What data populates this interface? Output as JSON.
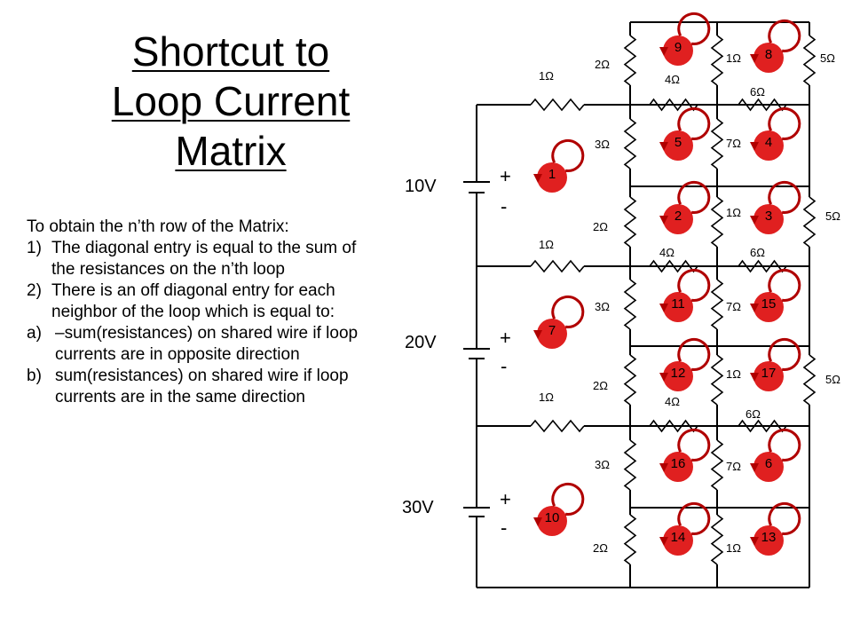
{
  "title": {
    "line1": "Shortcut to",
    "line2": "Loop Current",
    "line3": "Matrix"
  },
  "description": {
    "intro": "To obtain the n’th row of the Matrix:",
    "items": [
      {
        "num": "1)",
        "text": "The diagonal entry is equal to the sum of the resistances on the n’th loop"
      },
      {
        "num": "2)",
        "text": "There is an off diagonal entry for each neighbor of the loop which is equal to:"
      }
    ],
    "subitems": [
      {
        "num": "a)",
        "text": "–sum(resistances) on shared wire if loop currents are in opposite direction"
      },
      {
        "num": "b)",
        "text": "sum(resistances) on shared wire if loop currents are in the same direction"
      }
    ]
  },
  "sources": [
    {
      "label": "10V",
      "plus": "+",
      "minus": "-"
    },
    {
      "label": "20V",
      "plus": "+",
      "minus": "-"
    },
    {
      "label": "30V",
      "plus": "+",
      "minus": "-"
    }
  ],
  "resistors": {
    "left_1a": "1Ω",
    "left_1b": "1Ω",
    "left_1c": "1Ω",
    "c1_top": "2Ω",
    "c1_r2": "3Ω",
    "c1_r3": "2Ω",
    "c1_r4": "3Ω",
    "c1_r5": "2Ω",
    "c1_r6": "3Ω",
    "c1_r7": "2Ω",
    "m_h1": "4Ω",
    "m_h2": "4Ω",
    "m_h3": "4Ω",
    "c2_top": "1Ω",
    "c2_r2": "7Ω",
    "c2_r3": "1Ω",
    "c2_r4": "7Ω",
    "c2_r5": "1Ω",
    "c2_r6": "7Ω",
    "c2_r7": "1Ω",
    "r_h1": "6Ω",
    "r_h2": "6Ω",
    "r_h3": "6Ω",
    "c3_1": "5Ω",
    "c3_2": "5Ω",
    "c3_3": "5Ω"
  },
  "loops": [
    "1",
    "7",
    "10",
    "9",
    "5",
    "2",
    "11",
    "12",
    "16",
    "14",
    "8",
    "4",
    "3",
    "15",
    "17",
    "6",
    "13"
  ],
  "colors": {
    "loop_fill": "#e02020",
    "loop_stroke": "#b00000",
    "wire": "#000000"
  }
}
